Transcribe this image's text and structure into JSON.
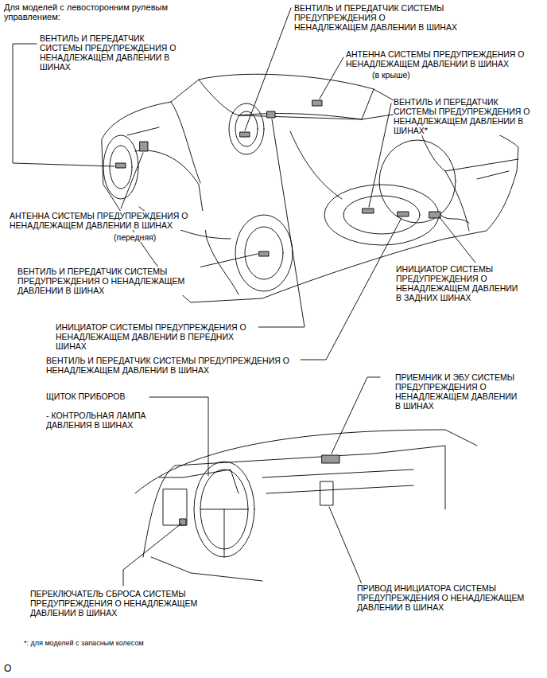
{
  "diagram": {
    "title": "Для моделей с левосторонним рулевым управлением:",
    "labels": [
      "ВЕНТИЛЬ И ПЕРЕДАТЧИК СИСТЕМЫ ПРЕДУПРЕЖДЕНИЯ О НЕНАДЛЕЖАЩЕМ ДАВЛЕНИИ В ШИНАХ",
      "ВЕНТИЛЬ И ПЕРЕДАТЧИК СИСТЕМЫ ПРЕДУПРЕЖДЕНИЯ О НЕНАДЛЕЖАЩЕМ ДАВЛЕНИИ В ШИНАХ",
      "АНТЕННА СИСТЕМЫ ПРЕДУПРЕЖДЕНИЯ О НЕНАДЛЕЖАЩЕМ ДАВЛЕНИИ В ШИНАХ",
      "(в крыше)",
      "ВЕНТИЛЬ И ПЕРЕДАТЧИК СИСТЕМЫ ПРЕДУПРЕЖДЕНИЯ О НЕНАДЛЕЖАЩЕМ ДАВЛЕНИИ В ШИНАХ*",
      "АНТЕННА СИСТЕМЫ ПРЕДУПРЕЖДЕНИЯ О НЕНАДЛЕЖАЩЕМ ДАВЛЕНИИ В ШИНАХ",
      "(передняя)",
      "ВЕНТИЛЬ И ПЕРЕДАТЧИК СИСТЕМЫ ПРЕДУПРЕЖДЕНИЯ О НЕНАДЛЕЖАЩЕМ ДАВЛЕНИИ В ШИНАХ",
      "ИНИЦИАТОР СИСТЕМЫ ПРЕДУПРЕЖДЕНИЯ О НЕНАДЛЕЖАЩЕМ ДАВЛЕНИИ В ЗАДНИХ ШИНАХ",
      "ИНИЦИАТОР СИСТЕМЫ ПРЕДУПРЕЖДЕНИЯ О НЕНАДЛЕЖАЩЕМ ДАВЛЕНИИ В ПЕРЕДНИХ ШИНАХ",
      "ВЕНТИЛЬ И ПЕРЕДАТЧИК СИСТЕМЫ ПРЕДУПРЕЖДЕНИЯ О НЕНАДЛЕЖАЩЕМ ДАВЛЕНИИ В ШИНАХ",
      "ЩИТОК ПРИБОРОВ",
      "- КОНТРОЛЬНАЯ ЛАМПА ДАВЛЕНИЯ В ШИНАХ",
      "ПРИЕМНИК И ЭБУ СИСТЕМЫ ПРЕДУПРЕЖДЕНИЯ О НЕНАДЛЕЖАЩЕМ ДАВЛЕНИИ В ШИНАХ",
      "ПЕРЕКЛЮЧАТЕЛЬ СБРОСА СИСТЕМЫ ПРЕДУПРЕЖДЕНИЯ О НЕНАДЛЕЖАЩЕМ ДАВЛЕНИИ В ШИНАХ",
      "ПРИВОД ИНИЦИАТОРА СИСТЕМЫ ПРЕДУПРЕЖДЕНИЯ О НЕНАДЛЕЖАЩЕМ ДАВЛЕНИИ В ШИНАХ",
      "*: для моделей с запасным колесом",
      "O"
    ]
  }
}
